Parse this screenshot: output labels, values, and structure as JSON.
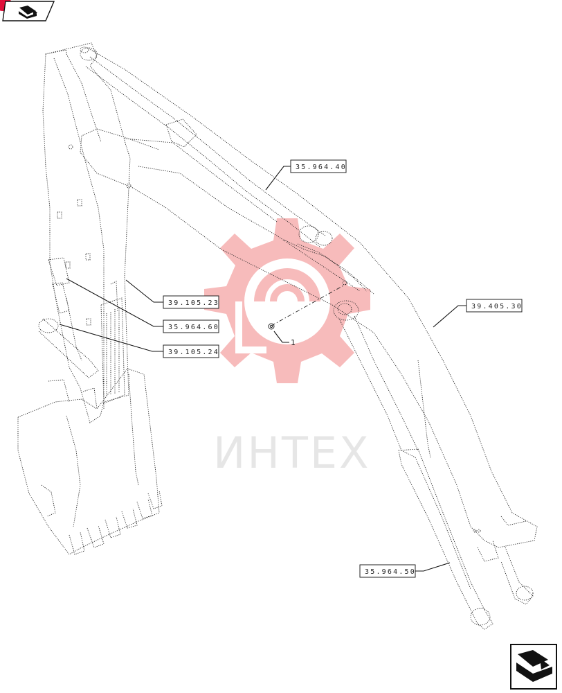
{
  "references": [
    {
      "id": "ref-35-964-40",
      "label": "35.964.40"
    },
    {
      "id": "ref-39-105-23",
      "label": "39.105.23"
    },
    {
      "id": "ref-35-964-60",
      "label": "35.964.60"
    },
    {
      "id": "ref-39-105-24",
      "label": "39.105.24"
    },
    {
      "id": "ref-39-405-30",
      "label": "39.405.30"
    },
    {
      "id": "ref-35-964-50",
      "label": "35.964.50"
    }
  ],
  "item_callout": "1",
  "watermark": {
    "text": "ИНТЕХ",
    "color": "#e85a5a"
  },
  "icons": [
    "book-arrow-icon",
    "next-page-arrow-icon"
  ],
  "colors": {
    "ink": "#222222",
    "badge": "#e0103a",
    "watermark": "#f2a0a0"
  }
}
